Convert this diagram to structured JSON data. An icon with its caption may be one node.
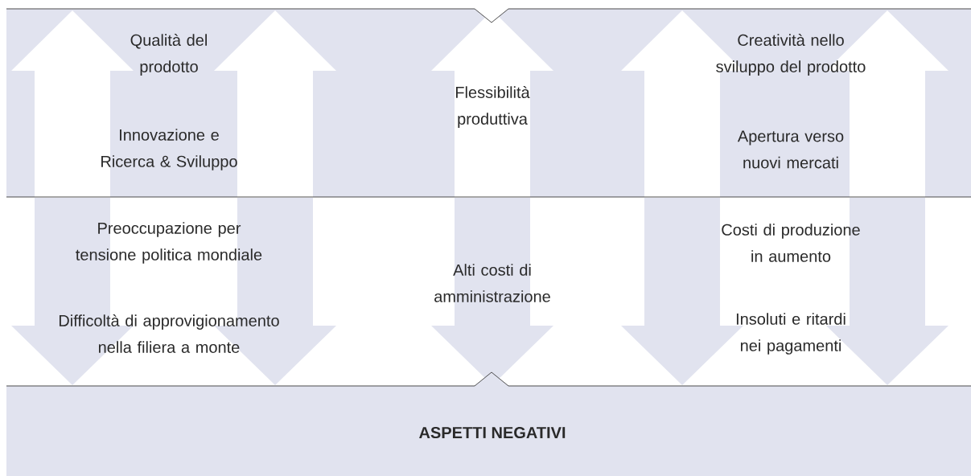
{
  "diagram": {
    "nodes": [
      {
        "text": [
          "ASPETTI NEGATIVI"
        ]
      }
    ],
    "labels": [
      "Qualità del prodotto",
      "Flessibilità produttiva",
      "Creatività nello sviluppo del prodotto",
      "Innovazione e Ricerca & Sviluppo",
      "Apertura verso nuovi mercati",
      "Preoccupazione per tensione politica mondiale",
      "Costi di produzione in aumento",
      "Alti costi di amministrazione",
      "Difficoltà di approvigionamento nella filiera a monte",
      "Insoluti e ritardi nei pagamenti"
    ]
  }
}
